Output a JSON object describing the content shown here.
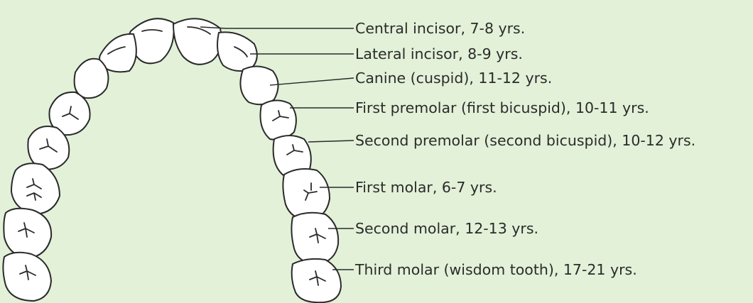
{
  "diagram": {
    "background": "#e2f1d8",
    "labels": [
      "Central incisor, 7-8 yrs.",
      "Lateral incisor, 8-9 yrs.",
      "Canine (cuspid), 11-12 yrs.",
      "First premolar (first bicuspid), 10-11 yrs.",
      "Second premolar (second bicuspid), 10-12 yrs.",
      "First molar, 6-7 yrs.",
      "Second molar, 12-13 yrs.",
      "Third molar (wisdom tooth), 17-21 yrs."
    ]
  }
}
